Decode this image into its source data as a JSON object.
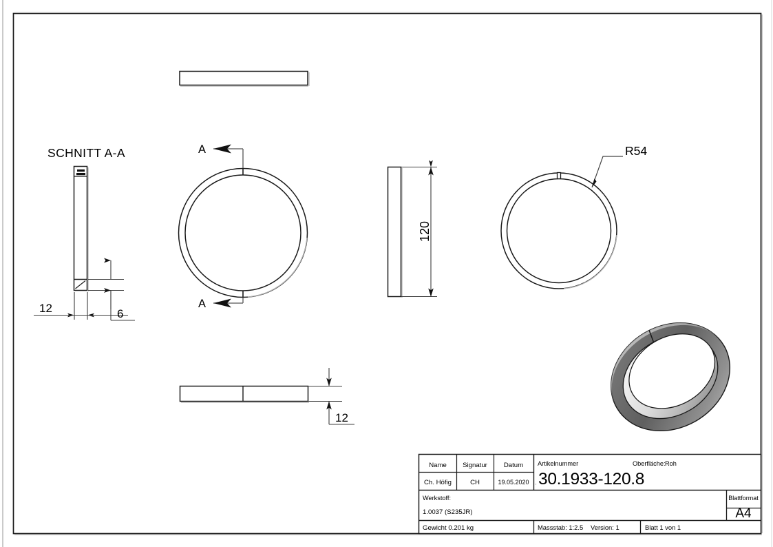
{
  "sheet": {
    "format": "A4",
    "orientation": "landscape",
    "background": "#ffffff",
    "line_color": "#1a1a1a",
    "dim_color": "#3c3c3c"
  },
  "views": {
    "section_label": "SCHNITT A-A",
    "section_marks": {
      "top_letter": "A",
      "bottom_letter": "A"
    },
    "dimensions": {
      "section_width": "12",
      "section_step": "6",
      "side_height": "120",
      "bottom_thickness": "12",
      "radius": "R54"
    }
  },
  "title_block": {
    "headers": {
      "name": "Name",
      "signature": "Signatur",
      "date": "Datum"
    },
    "values": {
      "name": "Ch. Höfig",
      "signature": "CH",
      "date": "19.05.2020"
    },
    "article_label": "Artikelnummer",
    "article_number": "30.1933-120.8",
    "surface_label": "Oberfläche:",
    "surface_value": "Roh",
    "material_label": "Werkstoff:",
    "material_value": "1.0037 (S235JR)",
    "sheetformat_label": "Blattformat",
    "sheetformat_value": "A4",
    "weight": "Gewicht 0.201 kg",
    "scale": "Massstab: 1:2.5",
    "version": "Version: 1",
    "sheet_count": "Blatt 1 von 1"
  },
  "shading": {
    "dark": "#6a6a6a",
    "mid": "#a8a8a8",
    "light": "#e8e8e8",
    "highlight": "#f6f6f6"
  }
}
